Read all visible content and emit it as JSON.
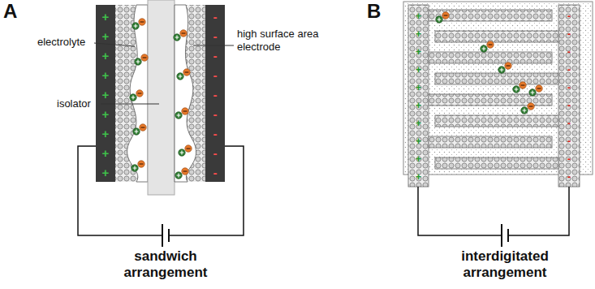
{
  "diagram": {
    "labels": [
      "A",
      "electrolyte",
      "isolator",
      "high surface area electrode",
      "sandwich arrangement",
      "+",
      "+",
      "+",
      "+",
      "+",
      "+",
      "+",
      "+",
      "+",
      "-",
      "-",
      "-",
      "-",
      "-",
      "-",
      "-",
      "-",
      "-",
      "B",
      "+",
      "+",
      "+",
      "+",
      "+",
      "+",
      "+",
      "+",
      "+",
      "+",
      "-",
      "-",
      "-",
      "-",
      "-",
      "-",
      "-",
      "-",
      "-",
      "-",
      "interdigitated arrangement"
    ]
  }
}
